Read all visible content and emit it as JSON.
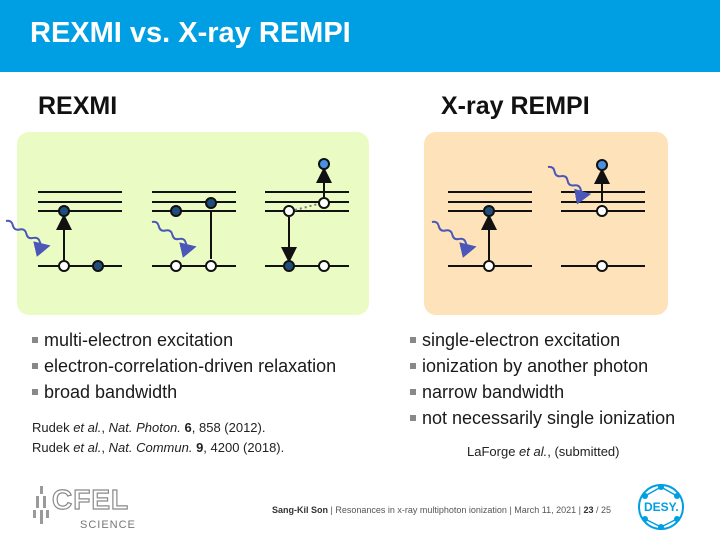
{
  "title": "REXMI vs. X-ray REMPI",
  "sections": {
    "left_heading": "REXMI",
    "right_heading": "X-ray REMPI"
  },
  "left_bullets": [
    "multi-electron excitation",
    "electron-correlation-driven relaxation",
    "broad bandwidth"
  ],
  "right_bullets": [
    "single-electron excitation",
    "ionization by another photon",
    "narrow bandwidth",
    "not necessarily single ionization"
  ],
  "left_refs": [
    {
      "authors": "Rudek ",
      "etal": "et al.",
      "sep": ", ",
      "journal": "Nat. Photon.",
      "vol": "6",
      "rest": ", 858 (2012)."
    },
    {
      "authors": "Rudek ",
      "etal": "et al.",
      "sep": ", ",
      "journal": "Nat. Commun.",
      "vol": "9",
      "rest": ", 4200 (2018)."
    }
  ],
  "right_ref": {
    "authors": "LaForge ",
    "etal": "et al.",
    "rest": ", (submitted)"
  },
  "footer": {
    "author": "Sang-Kil Son",
    "sep1": "  |  ",
    "talk": "Resonances in x-ray multiphoton ionization",
    "sep2": "  |  ",
    "date": "March 11, 2021",
    "sep3": "  |  ",
    "page": "23",
    "total": " / 25"
  },
  "logos": {
    "cfel_text": "CFEL",
    "cfel_sub": "SCIENCE",
    "desy_text": "DESY."
  },
  "colors": {
    "accent": "#009fe3",
    "green_panel": "#eafcc4",
    "orange_panel": "#fde2ba",
    "filled_electron": "#1f4e79",
    "ejected_electron": "#4a90e2",
    "photon": "#4a56b8"
  }
}
